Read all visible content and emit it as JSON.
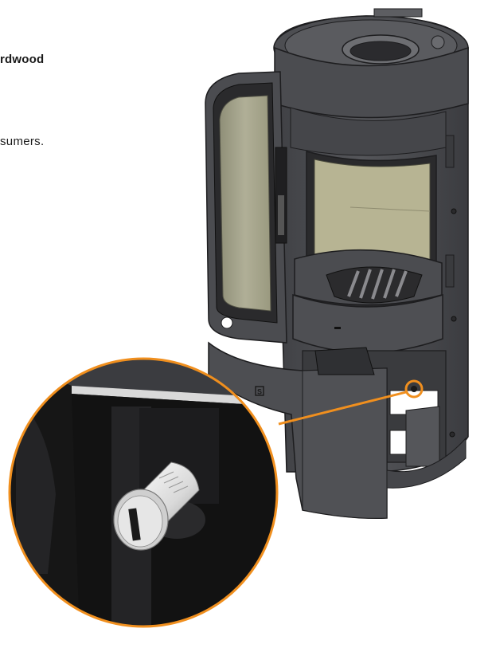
{
  "text": {
    "line1": "rdwood",
    "line2": "sumers."
  },
  "illustration": {
    "subject": "stove-cutaway-with-zoomed-knob",
    "stamp_letter": "S"
  },
  "colors": {
    "accent_orange": "#f08f1e",
    "body_dark": "#4b4c50",
    "glass_tint": "#a8a88e",
    "firebox_beige": "#b7b493",
    "detail_black": "#141414",
    "knob_light": "#e4e4e4"
  }
}
